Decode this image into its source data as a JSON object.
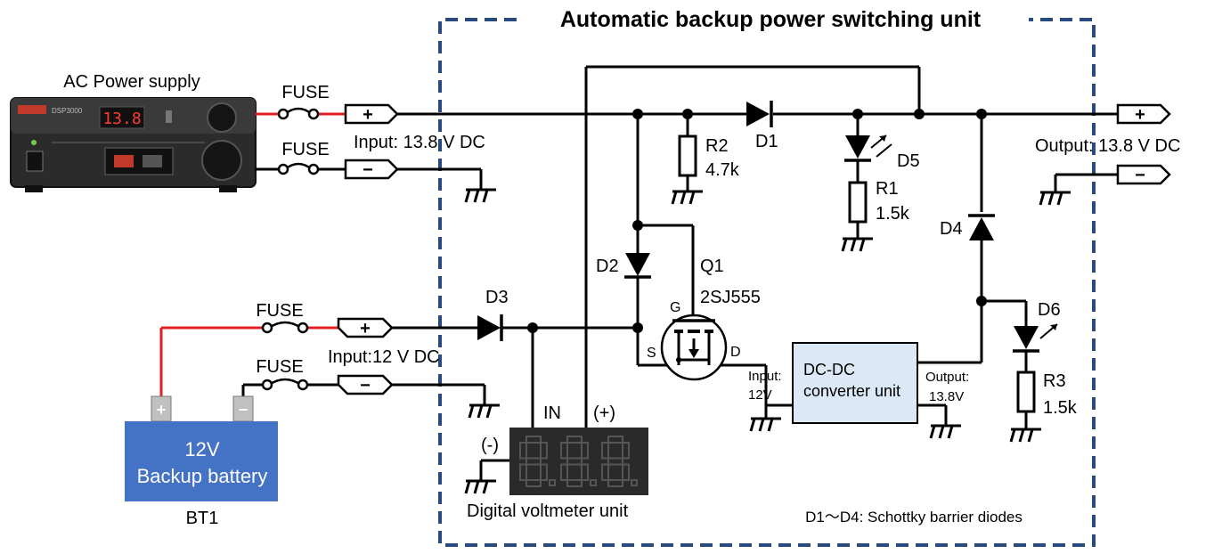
{
  "title": "Automatic backup power switching unit",
  "colors": {
    "border": "#2a4a7f",
    "positive_wire": "#e02020",
    "battery": "#4472c4",
    "dcdc": "#dbe9f6",
    "led_segment": "#555555"
  },
  "ac_supply": {
    "label": "AC Power supply",
    "brand": "DSP3000",
    "display_value": "13.8"
  },
  "fuses": [
    "FUSE",
    "FUSE",
    "FUSE",
    "FUSE"
  ],
  "terminals": {
    "plus": "+",
    "minus": "−"
  },
  "input_ac": "Input: 13.8 V DC",
  "input_batt": "Input:12 V DC",
  "output": "Output: 13.8 V DC",
  "battery": {
    "title": "12V",
    "subtitle": "Backup battery",
    "ref": "BT1",
    "plus": "+",
    "minus": "−"
  },
  "components": {
    "R2": {
      "name": "R2",
      "value": "4.7k"
    },
    "R1": {
      "name": "R1",
      "value": "1.5k"
    },
    "R3": {
      "name": "R3",
      "value": "1.5k"
    },
    "D1": "D1",
    "D2": "D2",
    "D3": "D3",
    "D4": "D4",
    "D5": "D5",
    "D6": "D6",
    "Q1": {
      "name": "Q1",
      "part": "2SJ555",
      "gate": "G",
      "source": "S",
      "drain": "D"
    }
  },
  "dcdc": {
    "line1": "DC-DC",
    "line2": "converter unit",
    "input_label_1": "Input:",
    "input_label_2": "12V",
    "output_label_1": "Output:",
    "output_label_2": "13.8V"
  },
  "voltmeter": {
    "label": "Digital voltmeter unit",
    "in": "IN",
    "plus": "(+)",
    "minus": "(-)"
  },
  "note": "D1～D4: Schottky barrier diodes"
}
